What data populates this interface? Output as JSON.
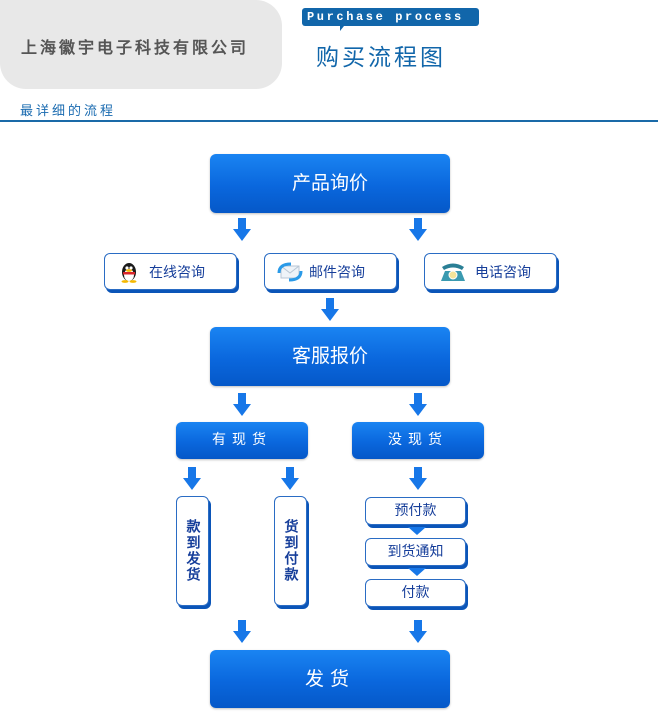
{
  "header": {
    "company_name": "上海徽宇电子科技有限公司",
    "tag": "Purchase process",
    "title": "购买流程图",
    "subtitle": "最详细的流程"
  },
  "colors": {
    "primary_blue": "#0a67dd",
    "header_blue": "#1166aa",
    "box_text": "#163e9a",
    "company_box_bg": "#e8e8e8"
  },
  "flow": {
    "step1": "产品询价",
    "consult": [
      {
        "label": "在线咨询",
        "icon": "qq-penguin-icon"
      },
      {
        "label": "邮件咨询",
        "icon": "email-refresh-icon"
      },
      {
        "label": "电话咨询",
        "icon": "telephone-icon"
      }
    ],
    "step2": "客服报价",
    "in_stock": "有现货",
    "out_of_stock": "没现货",
    "in_stock_options": [
      "款到发货",
      "货到付款"
    ],
    "out_of_stock_steps": [
      "预付款",
      "到货通知",
      "付款"
    ],
    "final": "发货"
  }
}
